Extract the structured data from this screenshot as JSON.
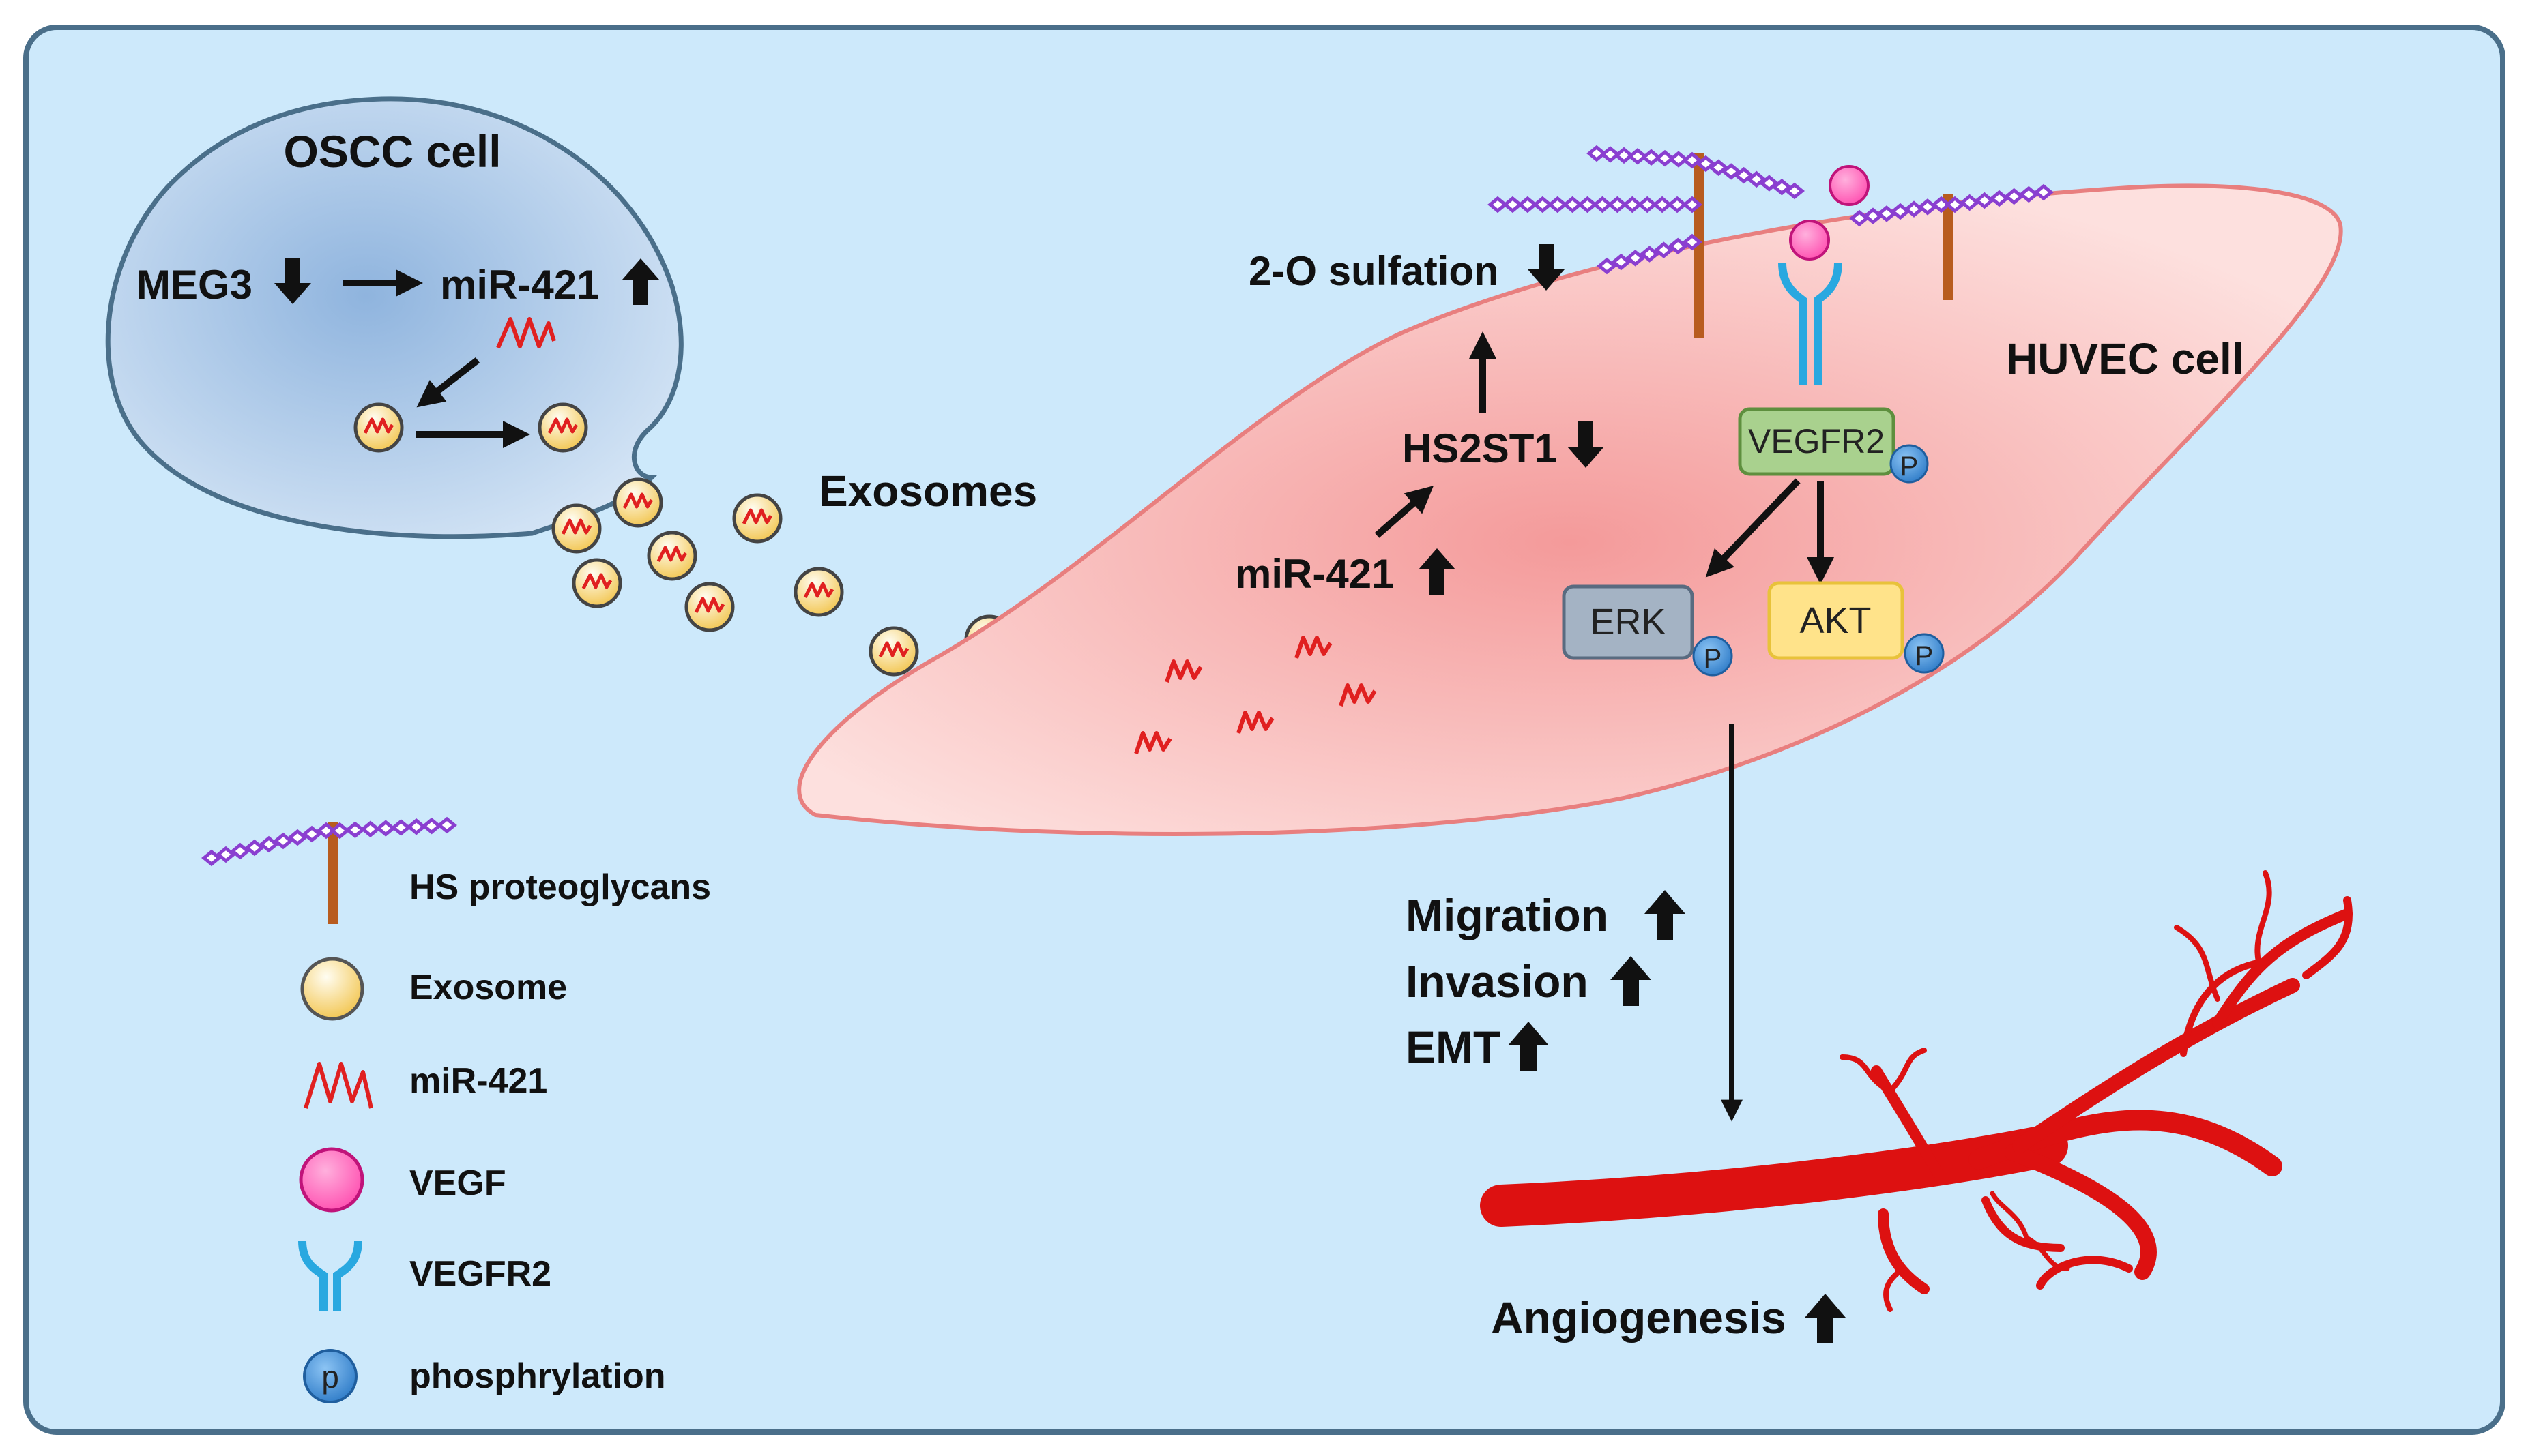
{
  "labels": {
    "oscc_cell": "OSCC cell",
    "meg3": "MEG3",
    "mir421_oscc": "miR-421",
    "exosomes": "Exosomes",
    "sulfation": "2-O sulfation",
    "hs2st1": "HS2ST1",
    "mir421_huvec": "miR-421",
    "huvec_cell": "HUVEC cell",
    "vegfr2_box": "VEGFR2",
    "erk": "ERK",
    "akt": "AKT",
    "phos_letter": "P",
    "migration": "Migration",
    "invasion": "Invasion",
    "emt": "EMT",
    "angiogenesis": "Angiogenesis"
  },
  "legend": [
    {
      "icon": "hs-proteoglycan-icon",
      "label": "HS proteoglycans"
    },
    {
      "icon": "exosome-icon",
      "label": "Exosome"
    },
    {
      "icon": "mirna-squiggle-icon",
      "label": "miR-421"
    },
    {
      "icon": "vegf-circle-icon",
      "label": "VEGF"
    },
    {
      "icon": "vegfr2-receptor-icon",
      "label": "VEGFR2"
    },
    {
      "icon": "phosphate-icon",
      "label": "phosphrylation",
      "letter": "p"
    }
  ],
  "colors": {
    "panel_bg": "#cde9fb",
    "panel_border": "#4a6f8a",
    "huvec_fill": "#f7b6b6",
    "huvec_border": "#e87f7f",
    "mirna": "#e02020",
    "vessel": "#dd1111",
    "proteoglycan_chain": "#8a3fd0",
    "core_protein": "#b85c1f",
    "vegf": "#ff5cb7",
    "receptor": "#29a8e0",
    "vegfr2_box": "#a9d18e",
    "erk_box": "#a4b3c4",
    "akt_box": "#ffe38a",
    "phosphate": "#4a90d9"
  }
}
